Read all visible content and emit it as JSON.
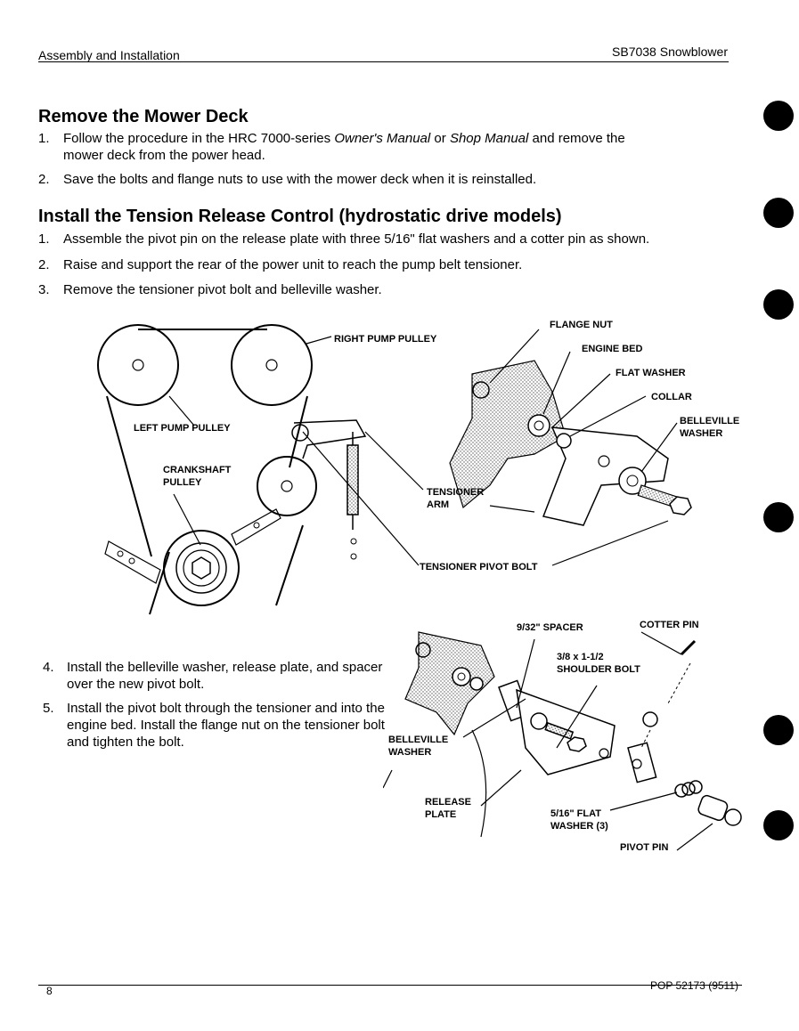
{
  "header": {
    "section": "Assembly and Installation",
    "model": "SB7038 Snowblower"
  },
  "section1": {
    "title": "Remove the Mower Deck",
    "steps": [
      {
        "num": "1.",
        "line1": "Follow  the procedure in the HRC 7000-series ",
        "italic1": "Owner's Manual",
        "mid": " or ",
        "italic2": "Shop Manual",
        "tail": " and remove the",
        "line2": "mower deck from the power head."
      },
      {
        "num": "2.",
        "text": "Save the bolts and flange nuts to use with the mower deck when it is reinstalled."
      }
    ]
  },
  "section2": {
    "title": "Install the Tension Release Control (hydrostatic drive models)",
    "steps": [
      {
        "num": "1.",
        "text": "Assemble the pivot pin on the release plate with three 5/16\" flat washers and a cotter pin as shown."
      },
      {
        "num": "2.",
        "text": "Raise and support the rear of the power unit to reach the pump belt tensioner."
      },
      {
        "num": "3.",
        "text": "Remove the tensioner pivot bolt and belleville washer."
      }
    ]
  },
  "figure1": {
    "labels": {
      "right_pump_pulley": "RIGHT PUMP PULLEY",
      "left_pump_pulley": "LEFT PUMP PULLEY",
      "crankshaft_pulley_1": "CRANKSHAFT",
      "crankshaft_pulley_2": "PULLEY",
      "flange_nut": "FLANGE NUT",
      "engine_bed": "ENGINE BED",
      "flat_washer": "FLAT WASHER",
      "collar": "COLLAR",
      "belleville_washer_1": "BELLEVILLE",
      "belleville_washer_2": "WASHER",
      "tensioner_arm_1": "TENSIONER",
      "tensioner_arm_2": "ARM",
      "tensioner_pivot_bolt": "TENSIONER PIVOT BOLT"
    }
  },
  "section3": {
    "steps": [
      {
        "num": "4.",
        "text": "Install the belleville washer, release plate, and spacer over the new pivot bolt."
      },
      {
        "num": "5.",
        "text": "Install the pivot bolt through the tensioner and into the engine bed. Install the flange nut on the tensioner bolt and tighten the bolt."
      }
    ]
  },
  "figure2": {
    "labels": {
      "spacer": "9/32\" SPACER",
      "cotter_pin": "COTTER PIN",
      "shoulder_bolt_1": "3/8 x 1-1/2",
      "shoulder_bolt_2": "SHOULDER BOLT",
      "belleville_washer_1": "BELLEVILLE",
      "belleville_washer_2": "WASHER",
      "release_plate_1": "RELEASE",
      "release_plate_2": "PLATE",
      "flat_washer_1": "5/16\" FLAT",
      "flat_washer_2": "WASHER (3)",
      "pivot_pin": "PIVOT PIN"
    }
  },
  "footer": {
    "page": "8",
    "doc_code": "POP 52173 (9511)"
  }
}
